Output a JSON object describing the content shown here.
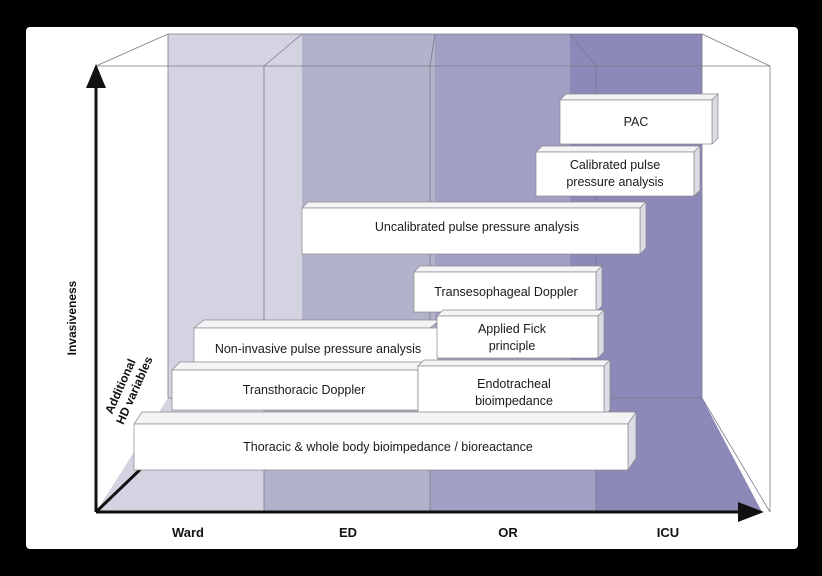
{
  "axes": {
    "y_label": "Invasiveness",
    "diag_label_line1": "Additional",
    "diag_label_line2": "HD variables"
  },
  "columns": [
    "Ward",
    "ED",
    "OR",
    "ICU"
  ],
  "colors": {
    "band_ward": "#d3d3e1",
    "band_ed": "#b2b2cb",
    "band_or": "#a19fc4",
    "band_icu": "#8c89b8",
    "floor": "#9f9dc3",
    "axis": "#111111"
  },
  "blocks": {
    "pac": [
      "PAC"
    ],
    "calibrated": [
      "Calibrated pulse",
      "pressure analysis"
    ],
    "uncalibrated": [
      "Uncalibrated pulse pressure analysis"
    ],
    "tee": [
      "Transesophageal Doppler"
    ],
    "fick": [
      "Applied Fick",
      "principle"
    ],
    "nipp": [
      "Non-invasive pulse pressure analysis"
    ],
    "ttd": [
      "Transthoracic Doppler"
    ],
    "endo": [
      "Endotracheal",
      "bioimpedance"
    ],
    "thoracic": [
      "Thoracic & whole body bioimpedance / bioreactance"
    ]
  }
}
